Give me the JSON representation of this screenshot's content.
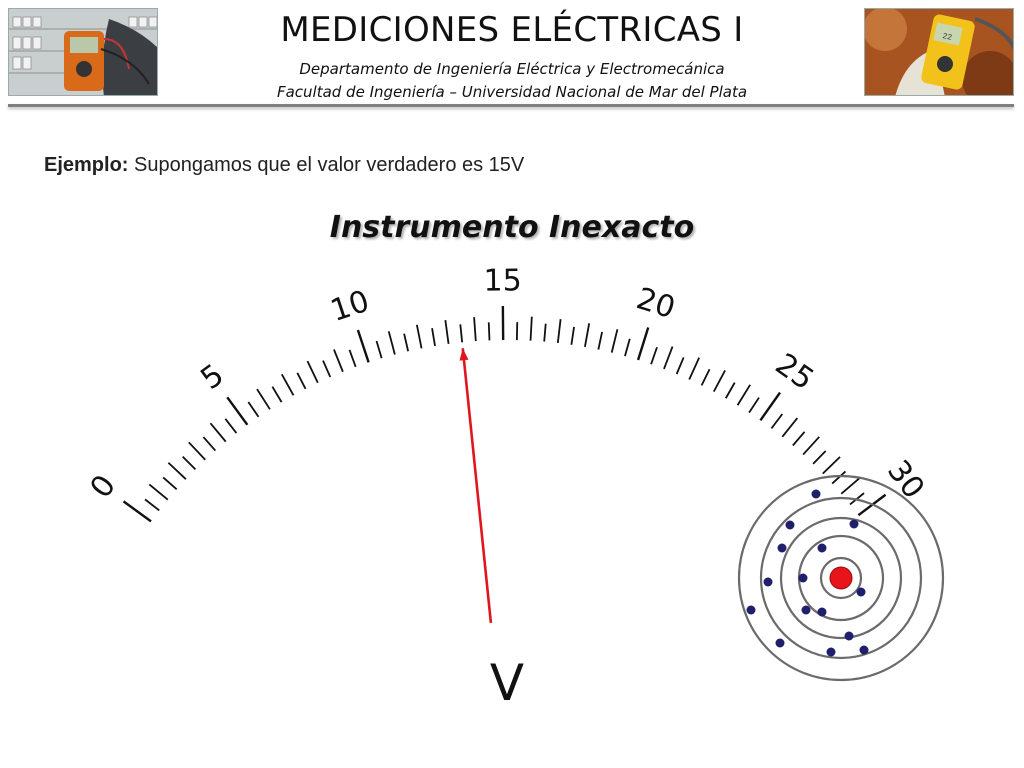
{
  "header": {
    "title": "MEDICIONES ELÉCTRICAS I",
    "department": "Departamento de Ingeniería Eléctrica y Electromecánica",
    "faculty": "Facultad de Ingeniería – Universidad Nacional de Mar del Plata"
  },
  "example": {
    "label": "Ejemplo:",
    "text": " Supongamos que el valor verdadero es 15V"
  },
  "subtitle": "Instrumento Inexacto",
  "meter": {
    "scale_min": 0,
    "scale_max": 30,
    "major_labels": [
      "0",
      "5",
      "10",
      "15",
      "20",
      "25",
      "30"
    ],
    "pointer_value": 13.5,
    "unit": "V",
    "pointer_color": "#e0161e"
  },
  "target": {
    "rings": 5,
    "bullseye_color": "#e8141b",
    "hit_color": "#1f1f6b"
  },
  "colors": {
    "accent_bar": "#7f7f7f"
  }
}
